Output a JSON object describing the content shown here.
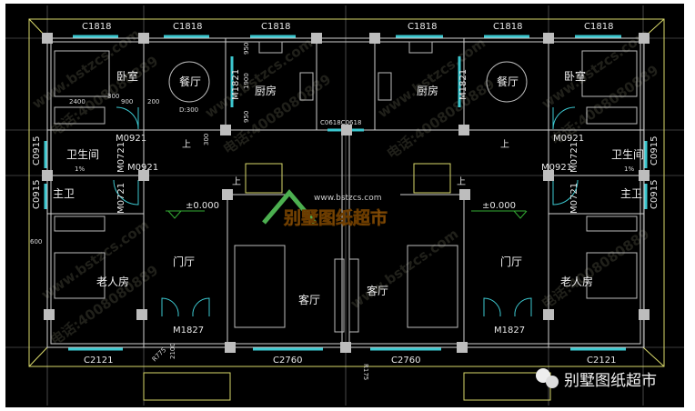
{
  "windows": {
    "top_left": [
      "C1818",
      "C1818",
      "C1818"
    ],
    "top_right": [
      "C1818",
      "C1818",
      "C1818"
    ],
    "c0618": "C0618C0618",
    "side": [
      "C0915",
      "C0915",
      "C0915",
      "C0915"
    ],
    "bottom": [
      "C2121",
      "C2760",
      "C2760",
      "C2121"
    ]
  },
  "rooms": {
    "bedroom": "卧室",
    "dining": "餐厅",
    "kitchen": "厨房",
    "bathroom": "卫生间",
    "master_bath": "主卫",
    "elder_room": "老人房",
    "foyer": "门厅",
    "living": "客厅"
  },
  "doors": {
    "m1821": "M1821",
    "m0921": "M0921",
    "m0721": "M0721",
    "m1827": "M1827"
  },
  "dims": {
    "d950": "950",
    "d1900": "1900",
    "d2400": "2400",
    "d300": "300",
    "d900": "900",
    "d200": "200",
    "d600": "600",
    "d2100": "2100",
    "table": "D:300",
    "r775": "R775",
    "r175": "R175",
    "slope": "1%"
  },
  "levels": {
    "elevation": "±0.000",
    "up": "上"
  },
  "logo": {
    "text": "别墅图纸超市",
    "url": "www.bstzcs.com"
  },
  "badge": {
    "text": "别墅图纸超市"
  },
  "watermark": {
    "url": "www.bstzcs.com",
    "phone": "电话:4008080889"
  },
  "colors": {
    "background": "#000000",
    "window": "#3cc8d0",
    "outline": "#d8d86a",
    "logo": "#f0a030",
    "logo_house": "#4caf50"
  }
}
